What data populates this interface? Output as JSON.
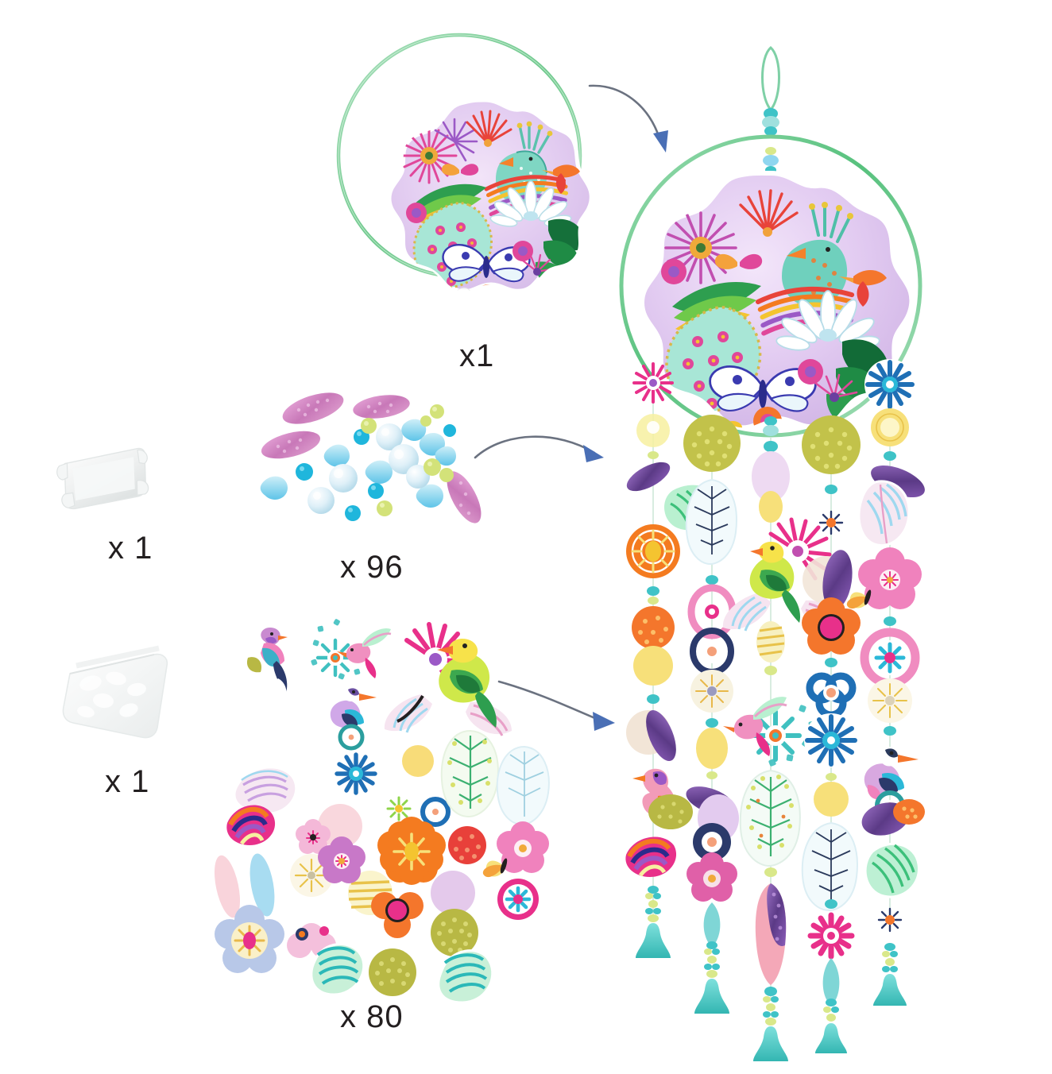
{
  "page": {
    "title": "Djeco Dream Catcher Craft Kit Contents",
    "background_color": "#ffffff"
  },
  "palette": {
    "hoop_green": "#6ec98c",
    "hoop_green_light": "#a9e0bc",
    "arrow_line": "#6b7280",
    "arrow_head": "#4a6fb5",
    "medallion_lilac": "#dcc8ec",
    "medallion_lilac_light": "#ead9f4",
    "pink_glitter": "#d887c4",
    "bead_blue": "#7fd2ea",
    "bead_turquoise": "#2bb8d8",
    "bead_clear": "#d8ecf4",
    "bead_yellowgreen": "#d9e88a",
    "label_text": "#231f20",
    "teal_tassel": "#4fc9c5",
    "purple_sequin": "#7b4fa3",
    "orange_flower": "#f47b20",
    "magenta_flower": "#e8308a",
    "blue_flower": "#1f6fb5",
    "yellow_bead": "#f6dd6b",
    "green_leaf": "#2e9e4f"
  },
  "components": [
    {
      "id": "hoop-empty",
      "name": "green-metal-hoop",
      "label": "",
      "description": "Empty mint green metal hoop ring"
    },
    {
      "id": "medallion-loose",
      "name": "decorated-medallion",
      "label": "x1",
      "description": "Scalloped lilac medallion with peacock bird, flowers and butterfly"
    },
    {
      "id": "thread-bobbin",
      "name": "white-thread-bobbin",
      "label": "x 1",
      "description": "White plastic thread bobbin / spool"
    },
    {
      "id": "beads-pile",
      "name": "bead-assortment",
      "label": "x 96",
      "description": "Pink glitter leaf beads, blue cone beads, clear glass beads, turquoise and yellow-green round beads"
    },
    {
      "id": "plastic-bag",
      "name": "clear-plastic-bag",
      "label": "x 1",
      "description": "Clear plastic bag of small fittings"
    },
    {
      "id": "stickers-pile",
      "name": "sticker-assortment",
      "label": "x 80",
      "description": "Bird, leaf, flower and glitter stickers"
    },
    {
      "id": "assembled",
      "name": "assembled-dream-catcher",
      "label": "",
      "description": "Finished dream catcher with hoop, medallion and five beaded hanging strands"
    }
  ],
  "labels": {
    "medallion": "x1",
    "bobbin": "x 1",
    "beads": "x 96",
    "bag": "x 1",
    "stickers": "x 80"
  },
  "arrows": [
    {
      "name": "arrow-medallion-to-hoop",
      "from": "medallion-loose",
      "to": "assembled"
    },
    {
      "name": "arrow-beads-to-strands",
      "from": "beads-pile",
      "to": "assembled"
    },
    {
      "name": "arrow-stickers-to-strands",
      "from": "stickers-pile",
      "to": "assembled"
    }
  ],
  "strands": [
    {
      "name": "strand-1",
      "items": [
        "magenta-flower",
        "yellow-disc",
        "purple-sequin-feather",
        "green-striped-leaf",
        "orange-sun-flower",
        "orange-glitter-ball",
        "yellow-disc",
        "purple-sequin-feather",
        "parrot-bird",
        "olive-glitter-leaf",
        "multicolour-leaf",
        "teal-tassel"
      ]
    },
    {
      "name": "strand-2",
      "items": [
        "olive-glitter-disc",
        "white-branch-leaf",
        "pink-ring",
        "navy-oval",
        "cream-star-disc",
        "yellow-oval",
        "purple-sequin-feather",
        "lilac-petal",
        "navy-flower-disc",
        "pink-flower",
        "blue-teardrop",
        "teal-tassel"
      ]
    },
    {
      "name": "strand-3",
      "items": [
        "lilac-oval",
        "yellow-bead",
        "parrot-on-pink-fan",
        "striped-leaf",
        "yellow-striped-bead",
        "hummingbird-on-teal-flower",
        "white-green-branch-leaf",
        "purple-sequin-pink-feather",
        "teal-tassel"
      ]
    },
    {
      "name": "strand-4",
      "items": [
        "olive-glitter-disc",
        "small-orange-daisy",
        "purple-sequin-feather",
        "cream-disc",
        "orange-red-flower",
        "blue-ring-flower",
        "blue-sunburst-flower",
        "yellow-bead",
        "white-branch-leaf",
        "magenta-daisy",
        "blue-teardrop",
        "teal-tassel"
      ]
    },
    {
      "name": "strand-5",
      "items": [
        "blue-sunburst-flower",
        "yellow-disc",
        "purple-sequin-feather",
        "striped-leaf",
        "pink-flower-with-butterfly",
        "pink-ring-flower",
        "cream-star-disc",
        "kingfisher-bird",
        "purple-sequin-glitter",
        "green-striped-leaf",
        "small-orange-daisy",
        "teal-tassel"
      ]
    }
  ]
}
